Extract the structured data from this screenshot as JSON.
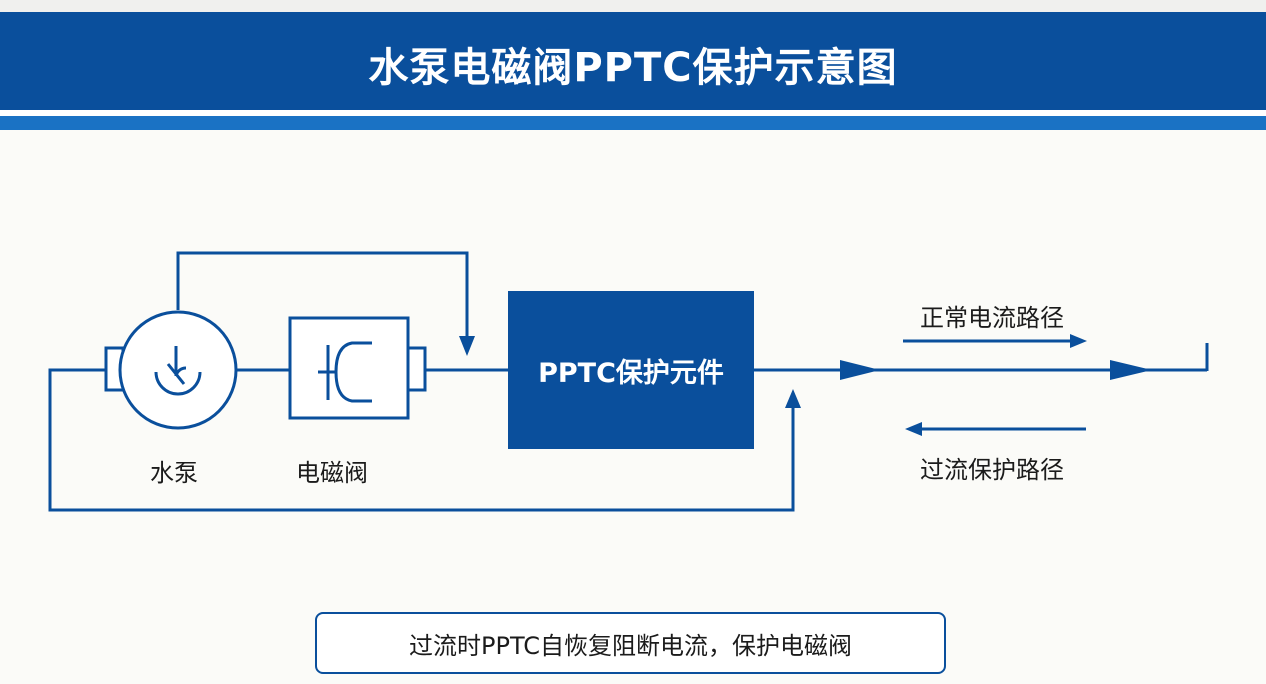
{
  "title": "水泵电磁阀PPTC保护示意图",
  "components": {
    "pump_label": "水泵",
    "valve_label": "电磁阀",
    "pptc_label": "PPTC保护元件"
  },
  "legend": {
    "normal_path": "正常电流路径",
    "overcurrent_path": "过流保护路径"
  },
  "note": "过流时PPTC自恢复阻断电流，保护电磁阀",
  "colors": {
    "primary_blue": "#0a4f9c",
    "stripe_blue": "#1a72c4",
    "background": "#fbfbf8",
    "text": "#1b1b1b"
  },
  "icons": {
    "pump_symbol": "motor-pump-icon",
    "valve_symbol": "solenoid-valve-icon"
  }
}
